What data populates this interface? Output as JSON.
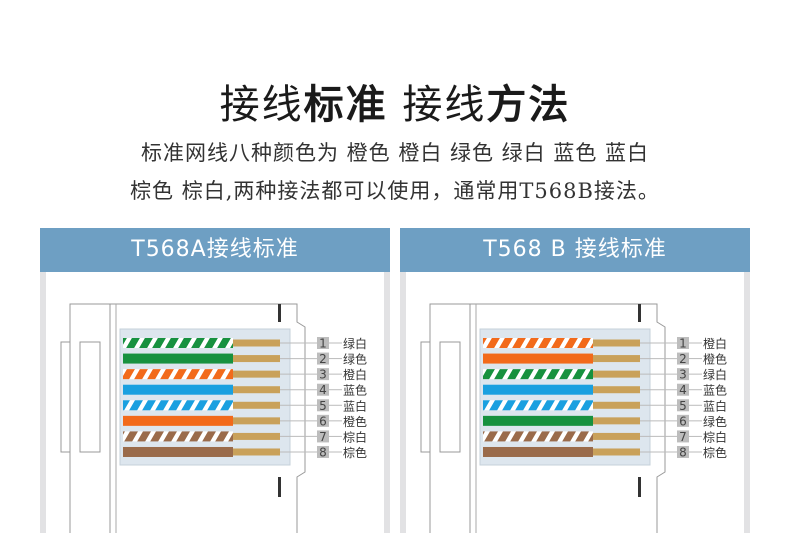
{
  "title": {
    "p1": "接线",
    "p2": "标准",
    "p3": " 接线",
    "p4": "方法"
  },
  "subtitle": {
    "line1": "标准网线八种颜色为 橙色 橙白 绿色 绿白 蓝色 蓝白",
    "line2": "棕色 棕白,两种接法都可以使用，通常用T568B接法。"
  },
  "colors": {
    "green": "#17913f",
    "orange": "#f26a1b",
    "blue": "#1aa0e0",
    "brown": "#9a6b4b",
    "gold": "#c9a15a",
    "header": "#6e9fc3"
  },
  "panels": [
    {
      "title": "T568A接线标准",
      "pins": [
        {
          "num": "1",
          "label": "绿白",
          "color": "green",
          "striped": true
        },
        {
          "num": "2",
          "label": "绿色",
          "color": "green",
          "striped": false
        },
        {
          "num": "3",
          "label": "橙白",
          "color": "orange",
          "striped": true
        },
        {
          "num": "4",
          "label": "蓝色",
          "color": "blue",
          "striped": false
        },
        {
          "num": "5",
          "label": "蓝白",
          "color": "blue",
          "striped": true
        },
        {
          "num": "6",
          "label": "橙色",
          "color": "orange",
          "striped": false
        },
        {
          "num": "7",
          "label": "棕白",
          "color": "brown",
          "striped": true
        },
        {
          "num": "8",
          "label": "棕色",
          "color": "brown",
          "striped": false
        }
      ]
    },
    {
      "title": "T568 B 接线标准",
      "pins": [
        {
          "num": "1",
          "label": "橙白",
          "color": "orange",
          "striped": true
        },
        {
          "num": "2",
          "label": "橙色",
          "color": "orange",
          "striped": false
        },
        {
          "num": "3",
          "label": "绿白",
          "color": "green",
          "striped": true
        },
        {
          "num": "4",
          "label": "蓝色",
          "color": "blue",
          "striped": false
        },
        {
          "num": "5",
          "label": "蓝白",
          "color": "blue",
          "striped": true
        },
        {
          "num": "6",
          "label": "绿色",
          "color": "green",
          "striped": false
        },
        {
          "num": "7",
          "label": "棕白",
          "color": "brown",
          "striped": true
        },
        {
          "num": "8",
          "label": "棕色",
          "color": "brown",
          "striped": false
        }
      ]
    }
  ]
}
